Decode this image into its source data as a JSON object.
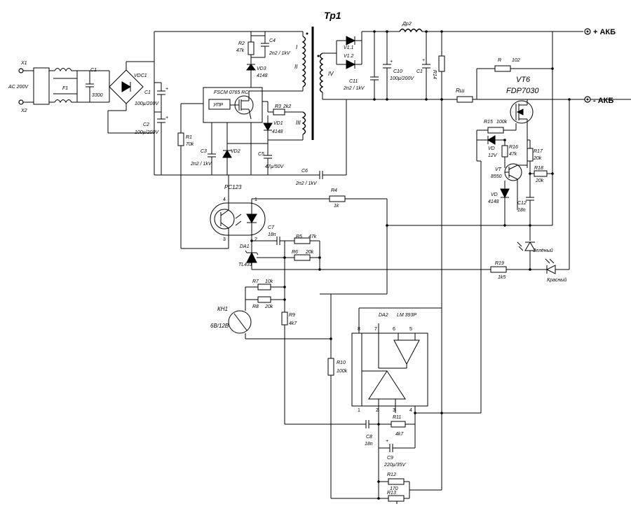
{
  "title": "Тр1",
  "supply": {
    "x1": "X1",
    "x2": "X2",
    "ac": "AC 200V",
    "f1": "F1",
    "c1": "C1",
    "c1v": "3300",
    "vdc1": "VDC1"
  },
  "labels": {
    "c1b": "C1",
    "c1bv": "100µ/200V",
    "c2": "C2",
    "c2v": "100µ/200V",
    "r1": "R1",
    "r1v": "70k",
    "r2": "R2",
    "r2v": "47k",
    "c4": "C4",
    "c4v": "2n2 / 1kV",
    "vd3": "VD3",
    "vd3v": "4148",
    "ic": "FSCM 0765 RC",
    "upr": "УПР",
    "r3": "R3",
    "r3v": "2k2",
    "vd1": "VD1",
    "vd1v": "4148",
    "c3": "C3",
    "c3v": "2n2 / 1kV",
    "vd2": "VD2",
    "c5": "C5",
    "c5v": "47µ/50V",
    "c6": "C6",
    "c6v": "2n2 / 1kV",
    "w1": "I",
    "w2": "II",
    "w3": "III",
    "w4": "IV",
    "v11": "V1.1",
    "v12": "V1.2",
    "dr2": "Др2",
    "c11": "C11",
    "c11v": "2n2 / 1kV",
    "c10": "C10",
    "c10v": "100µ/200V",
    "c1c": "C1",
    "r14": "R14",
    "rsh": "Rш",
    "r": "R",
    "rv": "102",
    "vt6": "VT6",
    "fdp": "FDP7030",
    "r15": "R15",
    "r15v": "100k",
    "vd12": "VD",
    "vd12v": "12V",
    "r16": "R16",
    "r16v": "47k",
    "r17": "R17",
    "r17v": "20k",
    "vt": "VT",
    "vtv": "8550",
    "r18": "R18",
    "r18v": "20k",
    "vd4148": "VD",
    "vd4148v": "4148",
    "c12": "C12",
    "c12v": "18n",
    "pc": "PC123",
    "r4": "R4",
    "r4v": "1k",
    "c7": "C7",
    "c7v": "18n",
    "da1": "DA1",
    "tl": "TL431",
    "r5": "R5",
    "r5v": "47k",
    "r6": "R6",
    "r6v": "20k",
    "r19": "R19",
    "r19v": "1k5",
    "green": "Зелёный",
    "red": "Красный",
    "r7": "R7",
    "r7v": "10k",
    "r8": "R8",
    "r8v": "20k",
    "kh1": "КН1",
    "kh1v": "6В/12В",
    "r9": "R9",
    "r9v": "4k7",
    "r10": "R10",
    "r10v": "100k",
    "da2": "DA2",
    "lm": "LM 393P",
    "c8": "C8",
    "c8v": "18n",
    "r11": "R11",
    "r11v": "4k7",
    "c9": "C9",
    "c9v": "220µ/35V",
    "r12": "R12",
    "r12v": "170",
    "r13": "R13",
    "akb_plus": "+ АКБ",
    "akb_minus": "- АКБ"
  },
  "pins": {
    "p1": "1",
    "p2": "2",
    "p3": "3",
    "p4": "4",
    "p5": "5",
    "p6": "6",
    "p7": "7",
    "p8": "8"
  }
}
